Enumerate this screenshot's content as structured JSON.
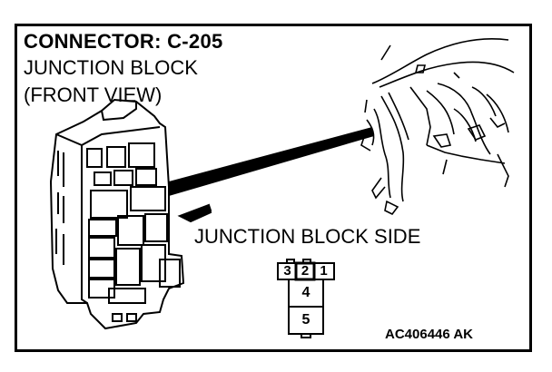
{
  "title": "CONNECTOR: C-205",
  "subtitle_line1": "JUNCTION BLOCK",
  "subtitle_line2": "(FRONT VIEW)",
  "side_label": "JUNCTION BLOCK SIDE",
  "reference_code": "AC406446 AK",
  "connector_pins": {
    "top_row": [
      "3",
      "2",
      "1"
    ],
    "middle": "4",
    "bottom": "5"
  }
}
